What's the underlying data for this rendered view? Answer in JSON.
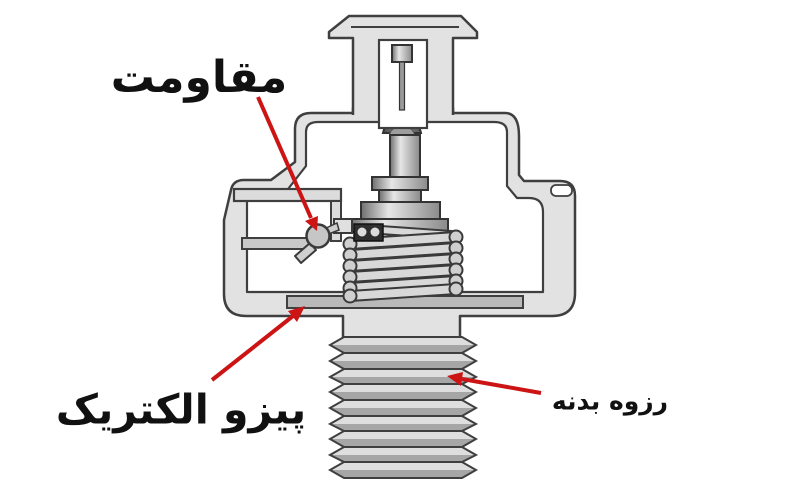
{
  "figure": {
    "labels": {
      "resistor": "مقاومت",
      "piezoelectric": "پیزو الکتریک",
      "body_thread": "رزوه بدنه"
    },
    "colors": {
      "background": "#ffffff",
      "metal_light": "#e2e2e2",
      "metal_mid": "#c9c9c9",
      "metal_dark": "#a6a6a6",
      "outline": "#3f3f3f",
      "arrow_red": "#cd1414",
      "text": "#111111"
    }
  }
}
